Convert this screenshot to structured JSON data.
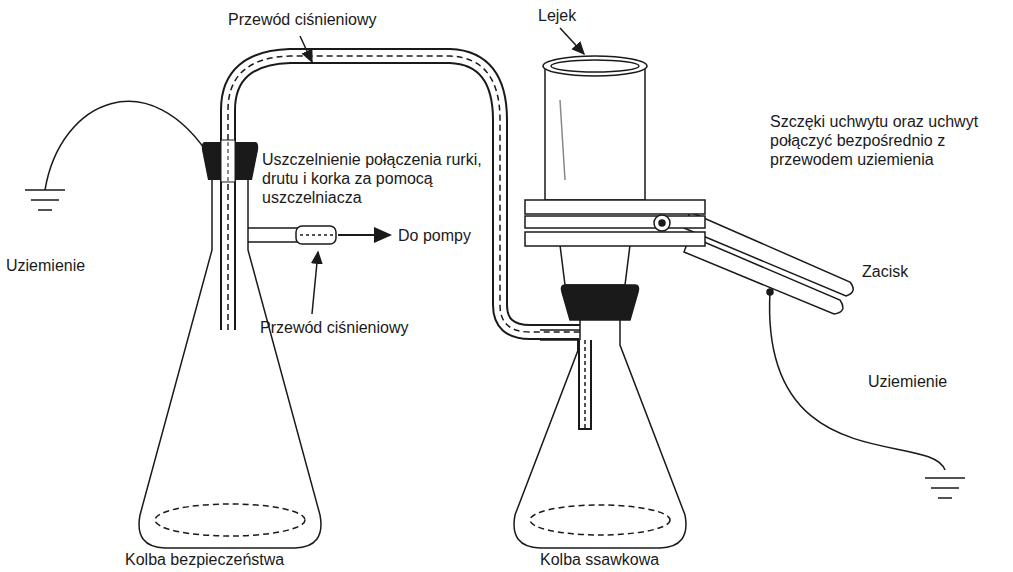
{
  "diagram": {
    "labels": [
      "Przewód ciśnieniowy",
      "Lejek",
      "Szczęki uchwytu oraz uchwyt połączyć bezpośrednio z przewodem uziemienia",
      "Uziemienie",
      "Uszczelnienie połączenia rurki, drutu i korka za pomocą uszczelniacza",
      "Do pompy",
      "Przewód ciśnieniowy",
      "Zacisk",
      "Uziemienie",
      "Kolba bezpieczeństwa",
      "Kolba ssawkowa"
    ]
  }
}
